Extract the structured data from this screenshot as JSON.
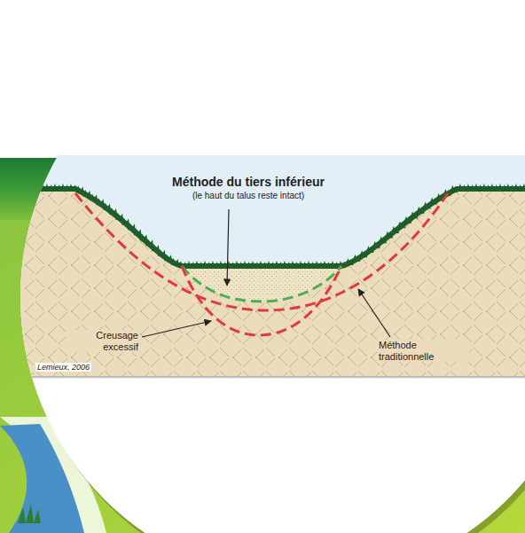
{
  "diagram": {
    "labels": [
      "Méthode du tiers inférieur",
      "(le haut du talus reste intact)",
      "Creusage excessif",
      "Méthode traditionnelle",
      "Lemieux, 2006"
    ]
  }
}
